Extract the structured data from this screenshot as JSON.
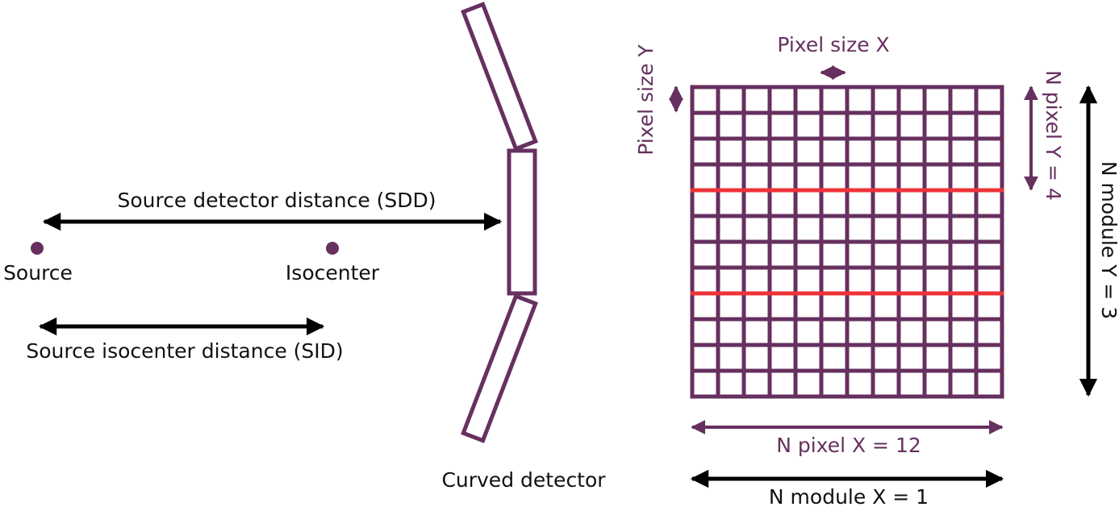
{
  "labels": {
    "sdd": "Source detector distance (SDD)",
    "source": "Source",
    "isocenter": "Isocenter",
    "sid": "Source isocenter distance (SID)",
    "curved_detector": "Curved detector",
    "pixel_size_x": "Pixel size X",
    "pixel_size_y": "Pixel size Y",
    "n_pixel_y": "N pixel Y = 4",
    "n_module_y": "N module Y = 3",
    "n_pixel_x": "N pixel X = 12",
    "n_module_x": "N module X = 1"
  },
  "grid": {
    "columns": 12,
    "rows": 12,
    "module_rows": 3
  },
  "colors": {
    "purple": "#66305f",
    "black": "#000000",
    "red": "#ee3338",
    "text_dark": "#111111"
  }
}
